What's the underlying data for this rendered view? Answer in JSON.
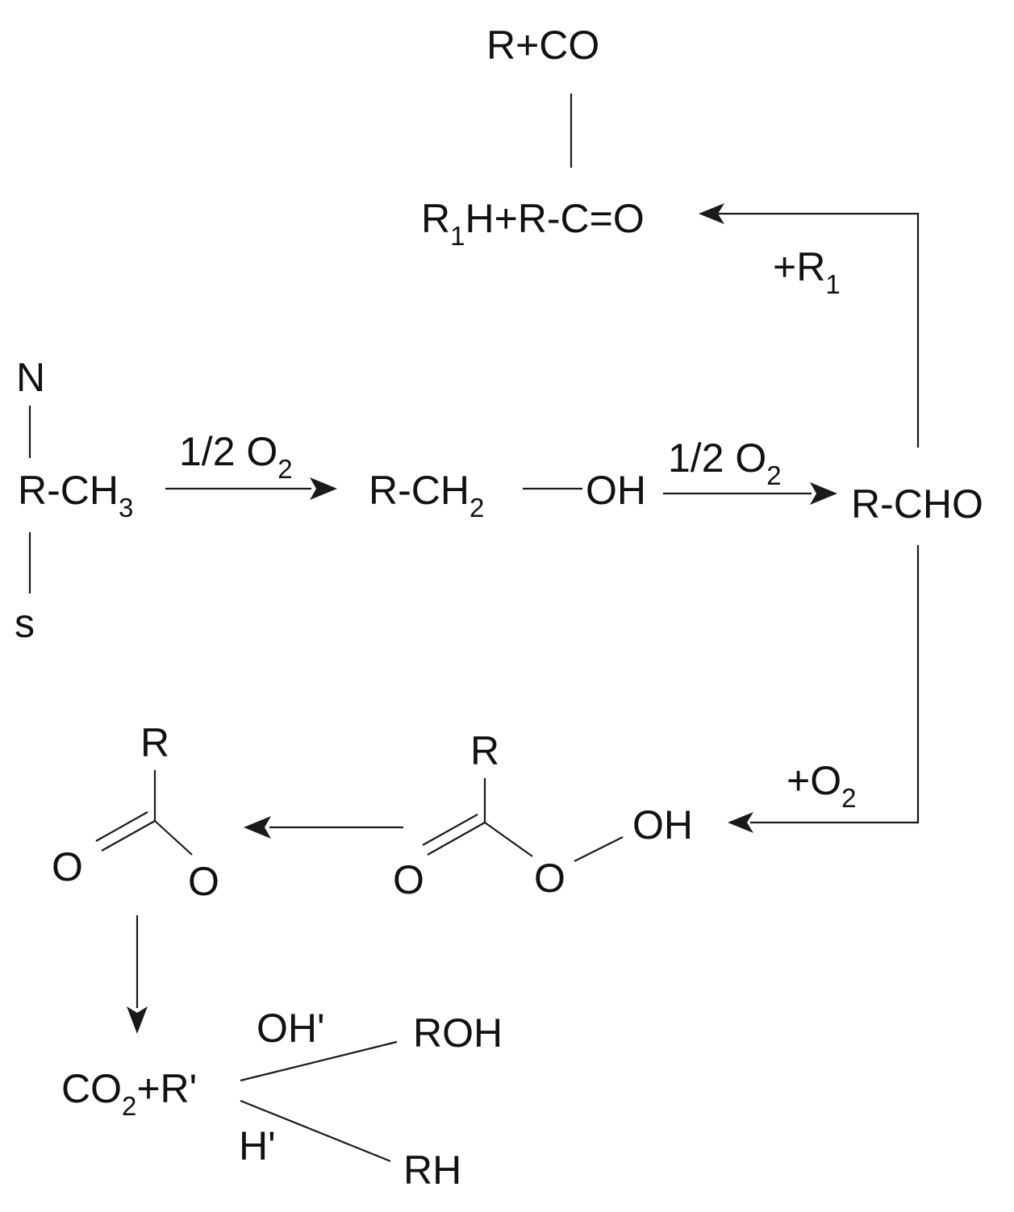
{
  "species": {
    "r_co": "R+CO",
    "r1h_main": "R",
    "r1h_sub": "1",
    "r1h_tail": "H+R-C=O",
    "plus_r1_main": "+R",
    "plus_r1_sub": "1",
    "n_atom": "N",
    "s_atom": "s",
    "rch3_main": "R-CH",
    "rch3_sub": "3",
    "rch2_main": "R-CH",
    "rch2_sub": "2",
    "oh": "OH",
    "rcho": "R-CHO",
    "half_o2_main": "1/2 O",
    "half_o2_sub": "2",
    "plus_o2_main": "+O",
    "plus_o2_sub": "2",
    "peracid_r": "R",
    "peracid_o_dbl": "O",
    "peracid_o": "O",
    "peracid_oh": "OH",
    "acyloxy_r": "R",
    "acyloxy_o_dbl": "O",
    "acyloxy_o": "O",
    "co2_main": "CO",
    "co2_sub": "2",
    "co2_tail": "+R'",
    "oh_radical": "OH'",
    "h_radical": "H'",
    "roh": "ROH",
    "rh": "RH"
  }
}
